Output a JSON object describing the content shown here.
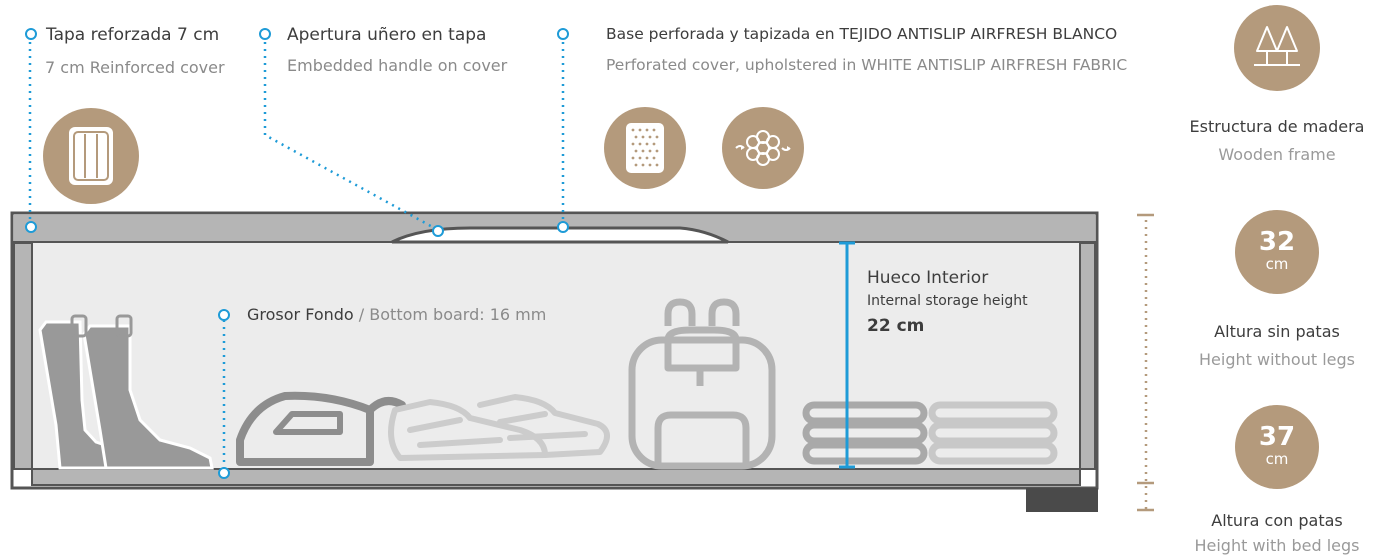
{
  "callouts": {
    "cover": {
      "es": "Tapa reforzada 7 cm",
      "en": "7 cm Reinforced cover"
    },
    "handle": {
      "es": "Apertura uñero en tapa",
      "en": "Embedded handle on cover"
    },
    "base": {
      "es": "Base perforada y tapizada en TEJIDO ANTISLIP AIRFRESH BLANCO",
      "en": "Perforated cover, upholstered in WHITE ANTISLIP AIRFRESH FABRIC"
    },
    "bottom": {
      "es": "Grosor Fondo",
      "sep": " / ",
      "en": "Bottom board: 16 mm"
    },
    "interior": {
      "es": "Hueco Interior",
      "en": "Internal storage height",
      "value": "22 cm"
    }
  },
  "right_panel": {
    "frame": {
      "es": "Estructura de madera",
      "en": "Wooden frame",
      "icon": "trees-icon"
    },
    "height_no_legs": {
      "value": "32",
      "unit": "cm",
      "es": "Altura sin patas",
      "en": "Height without legs"
    },
    "height_legs": {
      "value": "37",
      "unit": "cm",
      "es": "Altura con patas",
      "en": "Height with bed legs"
    }
  },
  "colors": {
    "accent_blue": "#1e9bd7",
    "badge_tan": "#b49a7c",
    "frame_gray": "#555555",
    "interior_fill": "#ececec",
    "items_gray": "#9a9a9a",
    "dim_dotted": "#b49a7c"
  }
}
